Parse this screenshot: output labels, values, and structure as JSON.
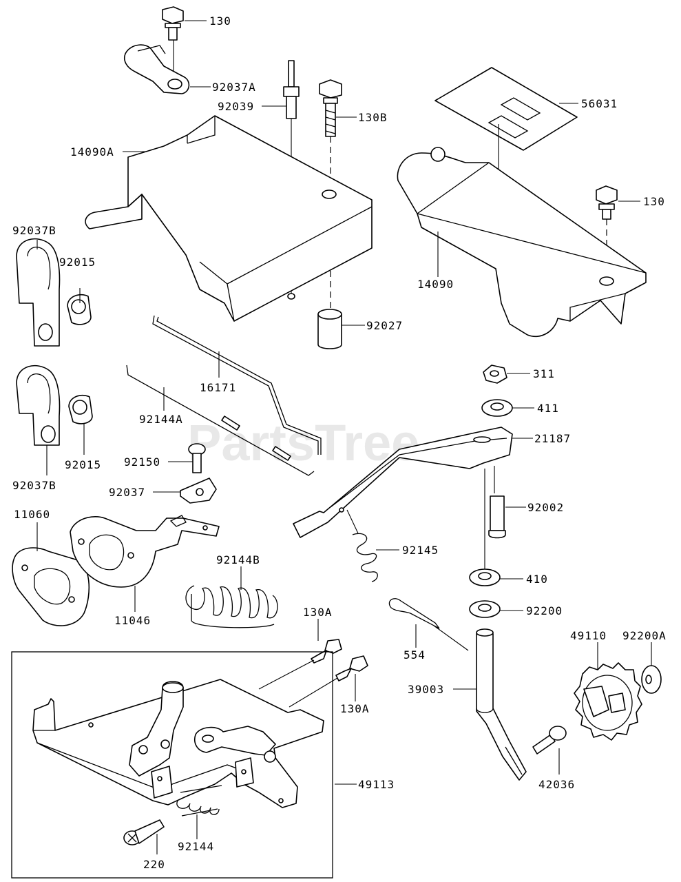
{
  "watermark": "PartsTree",
  "labels": {
    "l130a": "130",
    "l92037A": "92037A",
    "l92039": "92039",
    "l130B": "130B",
    "l56031": "56031",
    "l14090A": "14090A",
    "l130b": "130",
    "l92037B_top": "92037B",
    "l92015_top": "92015",
    "l14090": "14090",
    "l92027": "92027",
    "l16171": "16171",
    "l92144A": "92144A",
    "l311": "311",
    "l411": "411",
    "l21187": "21187",
    "l92015_bot": "92015",
    "l92150": "92150",
    "l92037B_bot": "92037B",
    "l92037": "92037",
    "l92002": "92002",
    "l11060": "11060",
    "l92145": "92145",
    "l92144B": "92144B",
    "l410": "410",
    "l11046": "11046",
    "l130A_1": "130A",
    "l92200": "92200",
    "l49110": "49110",
    "l92200A": "92200A",
    "l554": "554",
    "l39003": "39003",
    "l130A_2": "130A",
    "l49113": "49113",
    "l42036": "42036",
    "l92144": "92144",
    "l220": "220"
  }
}
